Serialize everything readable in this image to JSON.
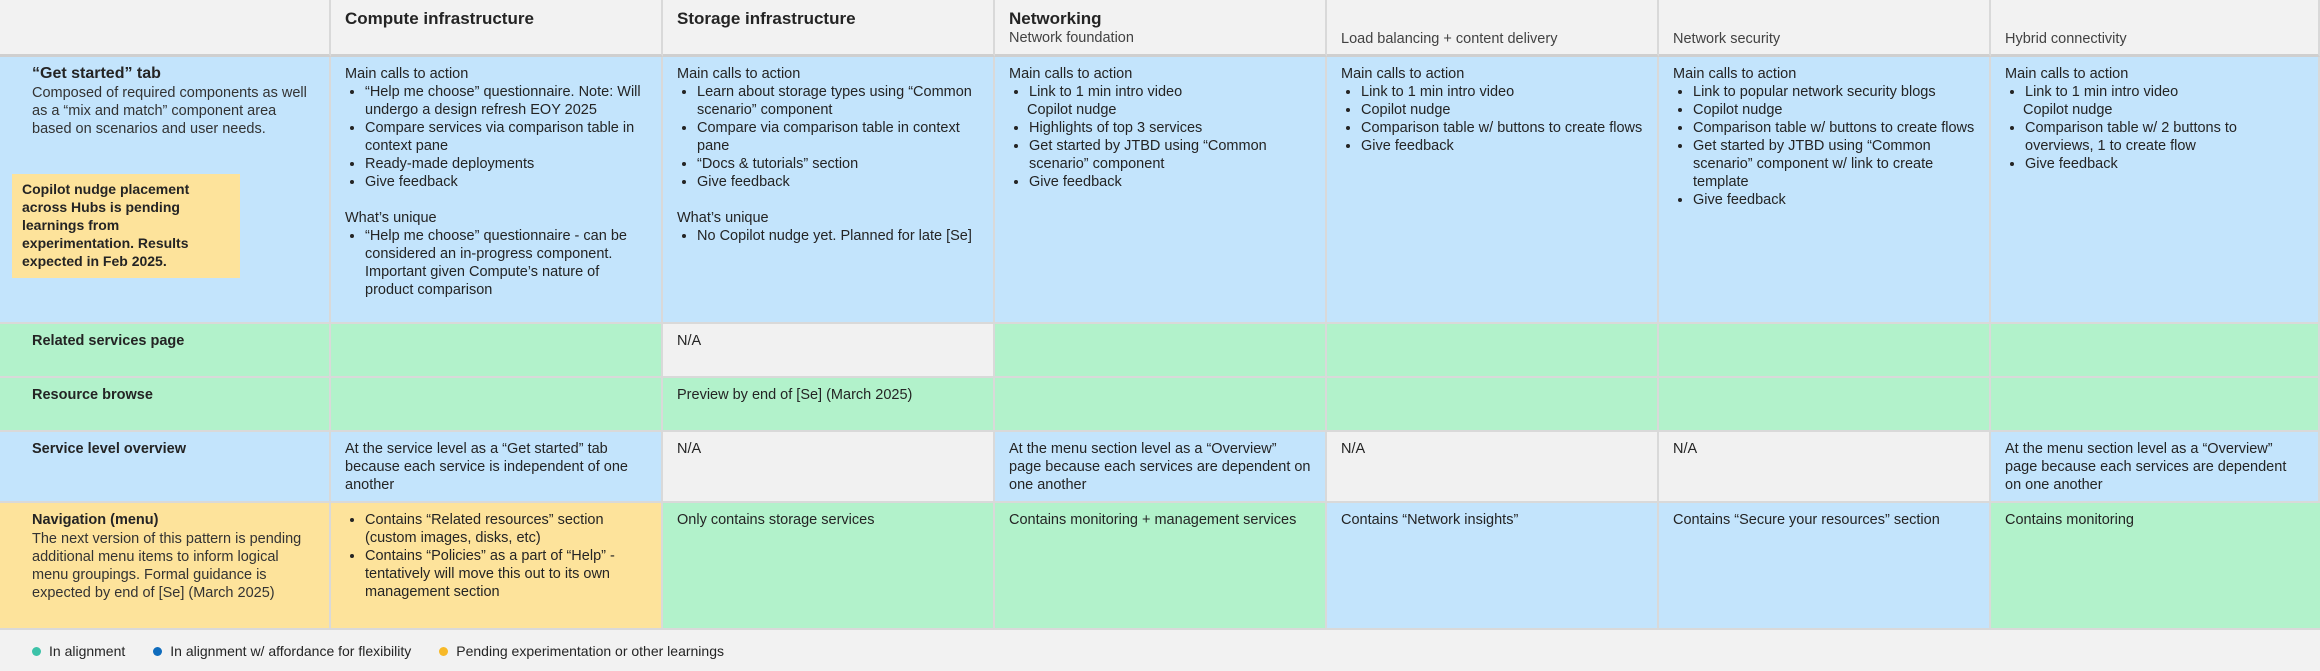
{
  "headers": {
    "compute": {
      "title": "Compute infrastructure"
    },
    "storage": {
      "title": "Storage infrastructure"
    },
    "networking": {
      "title": "Networking",
      "sub": "Network foundation"
    },
    "load_balancing": {
      "sub": "Load balancing + content delivery"
    },
    "network_security": {
      "sub": "Network security"
    },
    "hybrid": {
      "sub": "Hybrid connectivity"
    }
  },
  "rows": {
    "get_started": {
      "label": "“Get started” tab",
      "desc": "Composed of required components as well as a “mix and match” component area based on scenarios and user needs.",
      "nudge": "Copilot nudge placement across Hubs is pending learnings from experimentation. Results expected in Feb 2025.",
      "compute": {
        "heading1": "Main calls to action",
        "items1": [
          "“Help me choose” questionnaire. Note: Will undergo a design refresh EOY 2025",
          "Compare services via comparison table in context pane",
          "Ready-made deployments",
          "Give feedback"
        ],
        "heading2": "What’s unique",
        "items2": [
          "“Help me choose” questionnaire - can be considered an in-progress component. Important given Compute’s nature of product comparison"
        ]
      },
      "storage": {
        "heading1": "Main calls to action",
        "items1": [
          "Learn about storage types using “Common scenario” component",
          "Compare via comparison table in context pane",
          "“Docs & tutorials” section",
          "Give feedback"
        ],
        "heading2": "What’s unique",
        "items2": [
          "No Copilot nudge yet. Planned for late [Se]"
        ]
      },
      "networking": {
        "heading1": "Main calls to action",
        "item_a": "Link to 1 min intro video",
        "item_a2": "Copilot nudge",
        "items_rest": [
          "Highlights of top 3 services",
          "Get started by JTBD using “Common scenario” component",
          "Give feedback"
        ]
      },
      "load_balancing": {
        "heading1": "Main calls to action",
        "items1": [
          "Link to 1 min intro video",
          "Copilot nudge",
          "Comparison table w/ buttons to create flows",
          "Give feedback"
        ]
      },
      "network_security": {
        "heading1": "Main calls to action",
        "items1": [
          "Link to popular network security blogs",
          "Copilot nudge",
          "Comparison table w/ buttons to create flows",
          "Get started by JTBD using “Common scenario” component w/ link to create template",
          "Give feedback"
        ]
      },
      "hybrid": {
        "heading1": "Main calls to action",
        "item_a": "Link to 1 min intro video",
        "item_a2": "Copilot nudge",
        "items_rest": [
          "Comparison table w/ 2 buttons to overviews, 1 to create flow",
          "Give feedback"
        ]
      }
    },
    "related_services": {
      "label": "Related services page",
      "storage": "N/A"
    },
    "resource_browse": {
      "label": "Resource browse",
      "storage": "Preview by end of [Se] (March 2025)"
    },
    "service_level": {
      "label": "Service level overview",
      "compute": "At the service level as a “Get started” tab because each service is independent of one another",
      "storage": "N/A",
      "networking": "At the menu section level as a “Overview” page because each services are dependent on one another",
      "load_balancing": "N/A",
      "network_security": "N/A",
      "hybrid": "At the menu section level as a “Overview” page because each services are dependent on one another"
    },
    "navigation": {
      "label": "Navigation (menu)",
      "desc": "The next version of this pattern is pending additional menu items to inform logical menu groupings. Formal guidance is expected by end of [Se] (March 2025)",
      "compute": [
        "Contains “Related resources” section (custom images, disks, etc)",
        "Contains “Policies” as a part of “Help” - tentatively will move this out to its own management section"
      ],
      "storage": "Only contains storage services",
      "networking": "Contains monitoring + management services",
      "load_balancing": "Contains “Network insights”",
      "network_security": "Contains “Secure your resources” section",
      "hybrid": "Contains monitoring"
    }
  },
  "legend": [
    {
      "label": "In alignment",
      "color": "#3cc2a8"
    },
    {
      "label": "In alignment w/ affordance for flexibility",
      "color": "#0f6cbd"
    },
    {
      "label": "Pending experimentation or other learnings",
      "color": "#f7b928"
    }
  ],
  "colors": {
    "blue": "#c3e4fc",
    "green": "#b2f2cb",
    "yellow": "#fde39b",
    "gray": "#f1f1f1"
  }
}
